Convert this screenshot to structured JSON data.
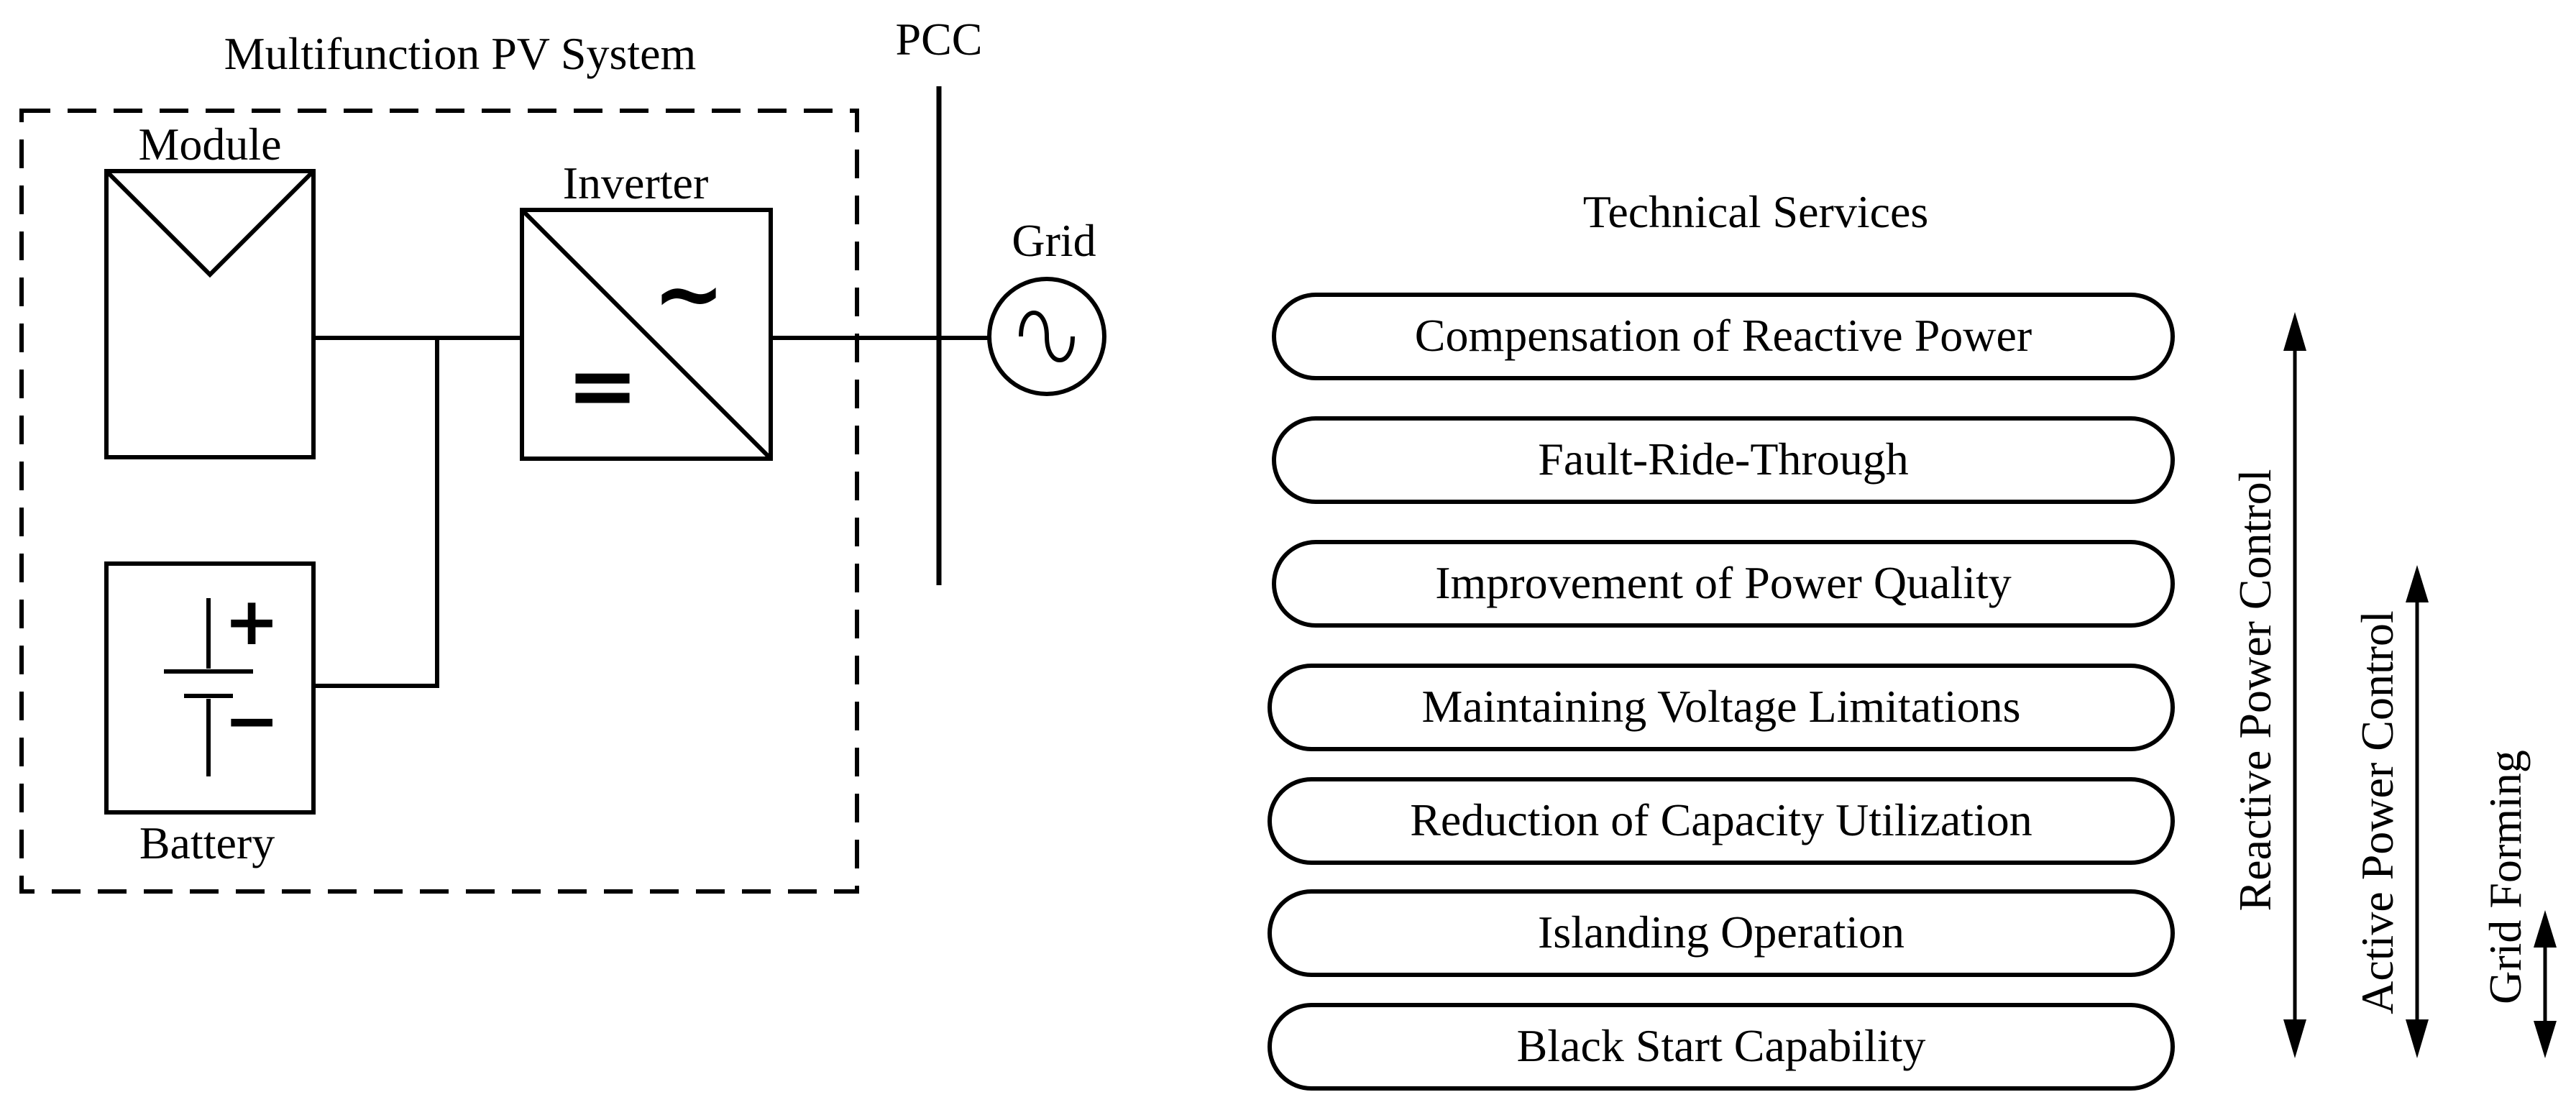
{
  "system": {
    "title": "Multifunction PV System",
    "module_label": "Module",
    "inverter_label": "Inverter",
    "battery_label": "Battery",
    "inverter_ac_symbol": "~",
    "inverter_dc_symbol": "=",
    "battery_plus": "+",
    "battery_minus": "−"
  },
  "pcc_label": "PCC",
  "grid_label": "Grid",
  "services": {
    "heading": "Technical Services",
    "items": [
      "Compensation of Reactive Power",
      "Fault-Ride-Through",
      "Improvement of Power Quality",
      "Maintaining Voltage Limitations",
      "Reduction of Capacity Utilization",
      "Islanding Operation",
      "Black Start Capability"
    ]
  },
  "control_ranges": [
    {
      "label": "Reactive Power Control"
    },
    {
      "label": "Active Power Control"
    },
    {
      "label": "Grid Forming"
    }
  ]
}
